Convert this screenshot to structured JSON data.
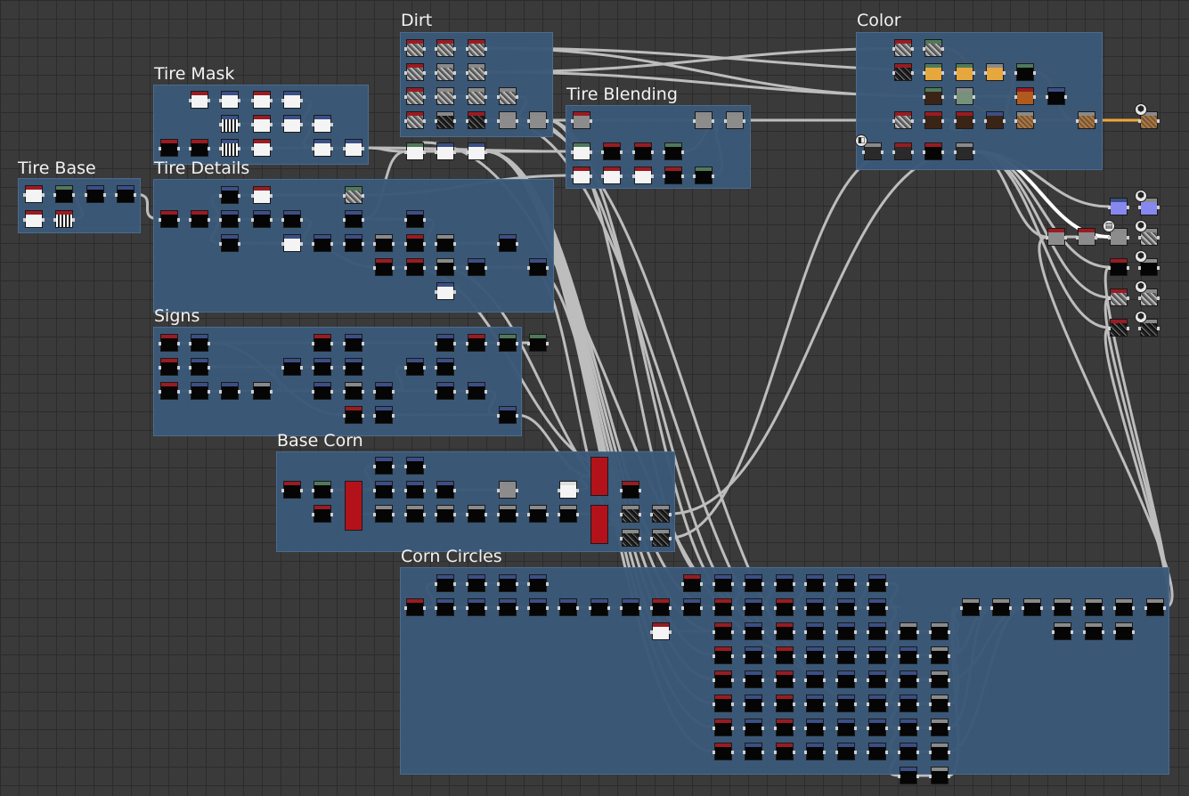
{
  "colors": {
    "canvas": "#3a3a3a",
    "frame": "#3b5878",
    "wire": "#bdbdbd",
    "wire_orange": "#f0a93a",
    "header_red": "#9b1b22",
    "header_blue": "#3b4f86",
    "header_gray": "#8a8a8a",
    "header_green": "#4f7a5a"
  },
  "frames": [
    {
      "id": "tire-base",
      "title": "Tire Base"
    },
    {
      "id": "tire-mask",
      "title": "Tire Mask"
    },
    {
      "id": "tire-details",
      "title": "Tire Details"
    },
    {
      "id": "dirt",
      "title": "Dirt"
    },
    {
      "id": "tire-blending",
      "title": "Tire Blending"
    },
    {
      "id": "color",
      "title": "Color"
    },
    {
      "id": "signs",
      "title": "Signs"
    },
    {
      "id": "base-corn",
      "title": "Base Corn"
    },
    {
      "id": "corn-circles",
      "title": "Corn Circles"
    }
  ],
  "icons": {
    "output_node": "cube-icon",
    "graph_badge": "graph-instance-icon",
    "export_badge": "export-icon"
  }
}
